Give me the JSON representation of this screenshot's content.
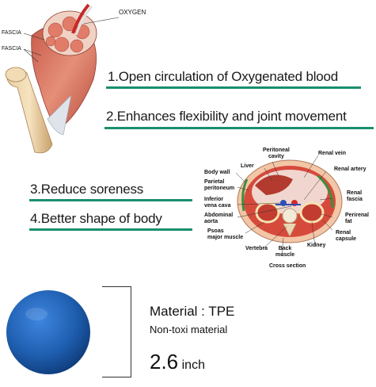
{
  "muscle_diagram": {
    "labels": {
      "oxygen": "OXYGEN",
      "fascia_top": "FASCIA",
      "fascia_mid": "FASCIA"
    }
  },
  "benefits": [
    {
      "text": "1.Open circulation of Oxygenated blood"
    },
    {
      "text": "2.Enhances flexibility and joint movement"
    },
    {
      "text": "3.Reduce soreness"
    },
    {
      "text": "4.Better shape of body"
    }
  ],
  "cross_section": {
    "labels": {
      "peritoneal_cavity": "Peritoneal\ncavity",
      "liver": "Liver",
      "renal_vein": "Renal vein",
      "renal_artery": "Renal artery",
      "body_wall": "Body wall",
      "parietal_peritoneum": "Parietal\nperitoneum",
      "inferior_vena_cava": "Inferior\nvena cava",
      "abdominal_aorta": "Abdominal\naorta",
      "psoas_major": "Psoas\nmajor muscle",
      "vertebra": "Vertebra",
      "back_muscle": "Back\nmuscle",
      "kidney": "Kidney",
      "renal_fascia": "Renal\nfascia",
      "perirenal_fat": "Perirenal\nfat",
      "renal_capsule": "Renal\ncapsule",
      "caption": "Cross section"
    }
  },
  "product": {
    "material_label": "Material : TPE",
    "material_note": "Non-toxi material",
    "size_value": "2.6",
    "size_unit": "inch",
    "ball_color": "#1f5fb0"
  }
}
